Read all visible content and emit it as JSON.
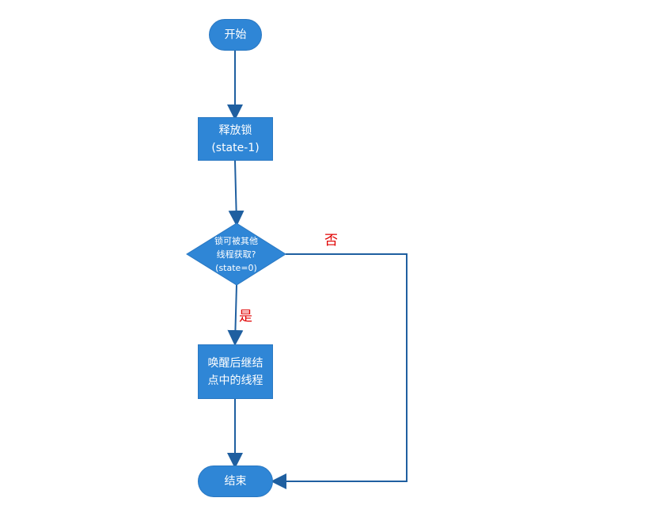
{
  "nodes": {
    "start": {
      "label": "开始"
    },
    "release_lock": {
      "label": "释放锁\n(state-1)"
    },
    "decision": {
      "label": "锁可被其他\n线程获取?\n(state=0)"
    },
    "wake_successor": {
      "label": "唤醒后继结\n点中的线程"
    },
    "end": {
      "label": "结束"
    }
  },
  "edges": {
    "yes_label": "是",
    "no_label": "否"
  },
  "colors": {
    "node_fill": "#2f86d6",
    "edge_stroke": "#1f5fa0",
    "branch_label": "#e00000"
  }
}
